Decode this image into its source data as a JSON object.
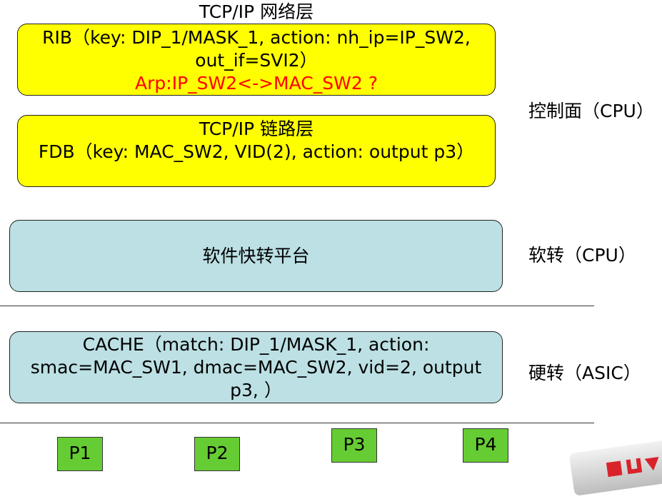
{
  "network_layer": {
    "title": "TCP/IP 网络层",
    "rib_line1": "RIB（key: DIP_1/MASK_1, action: nh_ip=IP_SW2,",
    "rib_line2": "out_if=SVI2）",
    "arp_line": "Arp:IP_SW2<->MAC_SW2 ?"
  },
  "link_layer": {
    "title": "TCP/IP 链路层",
    "fdb_line": "FDB（key: MAC_SW2, VID(2), action: output p3）"
  },
  "soft_forward": {
    "label": "软件快转平台"
  },
  "cache": {
    "line1": "CACHE（match: DIP_1/MASK_1, action:",
    "line2": "smac=MAC_SW1, dmac=MAC_SW2, vid=2, output",
    "line3": "p3, ）"
  },
  "side_labels": {
    "control_plane": "控制面（CPU）",
    "soft_forwarding": "软转（CPU）",
    "hard_forwarding": "硬转（ASIC）"
  },
  "ports": [
    "P1",
    "P2",
    "P3",
    "P4"
  ],
  "colors": {
    "yellow_box": "#ffff00",
    "teal_box": "#bce0e4",
    "arp_text": "#ff0000",
    "port_fill": "#66cc33"
  }
}
